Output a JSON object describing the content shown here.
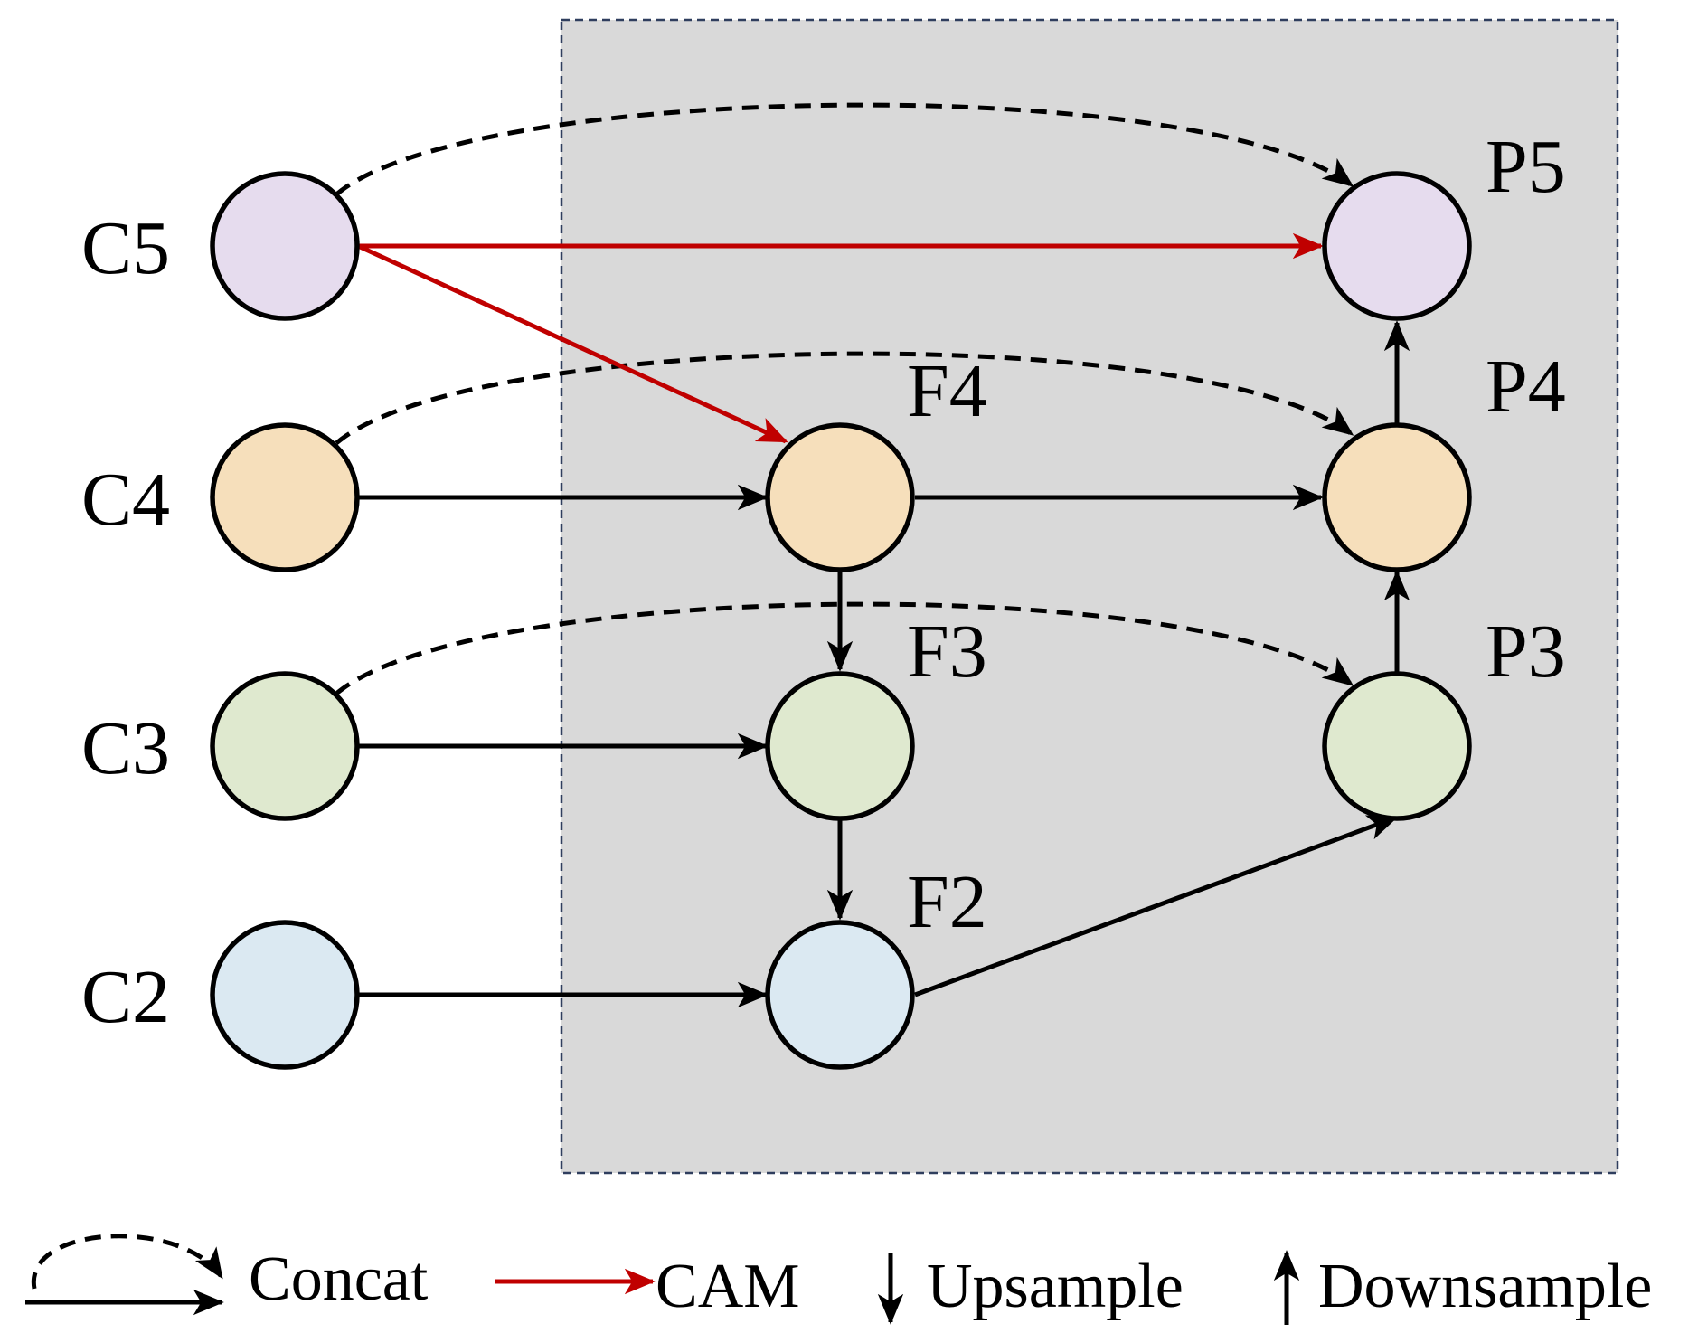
{
  "diagram": {
    "nodes": {
      "C5": {
        "label": "C5",
        "color": "#e6dcee"
      },
      "C4": {
        "label": "C4",
        "color": "#f6dfbb"
      },
      "C3": {
        "label": "C3",
        "color": "#dfe9cf"
      },
      "C2": {
        "label": "C2",
        "color": "#dbe9f2"
      },
      "F4": {
        "label": "F4",
        "color": "#f6dfbb"
      },
      "F3": {
        "label": "F3",
        "color": "#dfe9cf"
      },
      "F2": {
        "label": "F2",
        "color": "#dbe9f2"
      },
      "P5": {
        "label": "P5",
        "color": "#e6dcee"
      },
      "P4": {
        "label": "P4",
        "color": "#f6dfbb"
      },
      "P3": {
        "label": "P3",
        "color": "#dfe9cf"
      }
    },
    "region_color": "#d9d9d9",
    "region_border_color": "#2f3e5e",
    "edge_colors": {
      "default": "#000000",
      "cam": "#c00000"
    },
    "edges": [
      {
        "from": "C5",
        "to": "P5",
        "type": "concat"
      },
      {
        "from": "C4",
        "to": "P4",
        "type": "concat"
      },
      {
        "from": "C3",
        "to": "P3",
        "type": "concat"
      },
      {
        "from": "C5",
        "to": "P5",
        "type": "cam"
      },
      {
        "from": "C5",
        "to": "F4",
        "type": "cam"
      },
      {
        "from": "C4",
        "to": "F4",
        "type": "flow"
      },
      {
        "from": "F4",
        "to": "P4",
        "type": "flow"
      },
      {
        "from": "C3",
        "to": "F3",
        "type": "flow"
      },
      {
        "from": "C2",
        "to": "F2",
        "type": "flow"
      },
      {
        "from": "F4",
        "to": "F3",
        "type": "upsample"
      },
      {
        "from": "F3",
        "to": "F2",
        "type": "upsample"
      },
      {
        "from": "F2",
        "to": "P3",
        "type": "flow"
      },
      {
        "from": "P3",
        "to": "P4",
        "type": "downsample"
      },
      {
        "from": "P4",
        "to": "P5",
        "type": "downsample"
      }
    ]
  },
  "legend": {
    "concat": "Concat",
    "cam": "CAM",
    "upsample": "Upsample",
    "downsample": "Downsample"
  }
}
